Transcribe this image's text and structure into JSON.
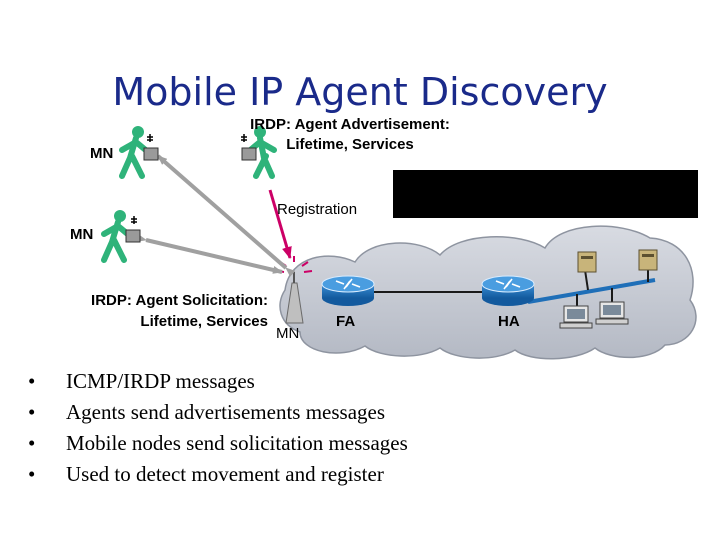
{
  "title": "Mobile IP Agent Discovery",
  "advertisement": {
    "line1": "IRDP: Agent Advertisement:",
    "line2": "Lifetime, Services"
  },
  "solicitation": {
    "line1": "IRDP: Agent Solicitation:",
    "line2": "Lifetime, Services"
  },
  "labels": {
    "mn_top": "MN",
    "mn_middle": "MN",
    "mn_bottom": "MN",
    "fa": "FA",
    "ha": "HA",
    "registration": "Registration"
  },
  "bullets": [
    "ICMP/IRDP messages",
    "Agents send advertisements messages",
    "Mobile nodes send solicitation messages",
    "Used to detect movement and register"
  ],
  "colors": {
    "title": "#1a2a8a",
    "arrow_gray": "#a0a0a0",
    "registration_arrow": "#cc0066",
    "person": "#2fb37a",
    "router": "#1f6fb8",
    "cloud": "#c8ccd4"
  }
}
